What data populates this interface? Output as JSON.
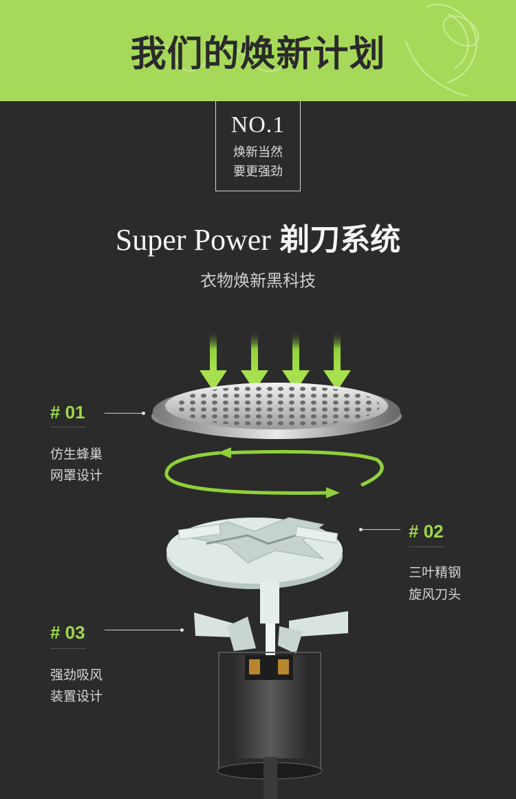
{
  "banner": {
    "title": "我们的焕新计划"
  },
  "badge": {
    "label": "NO.1",
    "line1": "焕新当然",
    "line2": "要更强劲"
  },
  "section": {
    "title_en": "Super Power",
    "title_cn": "剃刀系统",
    "subtitle": "衣物焕新黑科技"
  },
  "features": [
    {
      "number": "# 01",
      "line1": "仿生蜂巢",
      "line2": "网罩设计"
    },
    {
      "number": "# 02",
      "line1": "三叶精钢",
      "line2": "旋风刀头"
    },
    {
      "number": "# 03",
      "line1": "强劲吸风",
      "line2": "装置设计"
    }
  ],
  "colors": {
    "accent": "#a6d95a",
    "background": "#2b2b2b",
    "number": "#9fd84a"
  },
  "icons": [
    "arrow-down-icon",
    "rotation-arrows-icon"
  ]
}
